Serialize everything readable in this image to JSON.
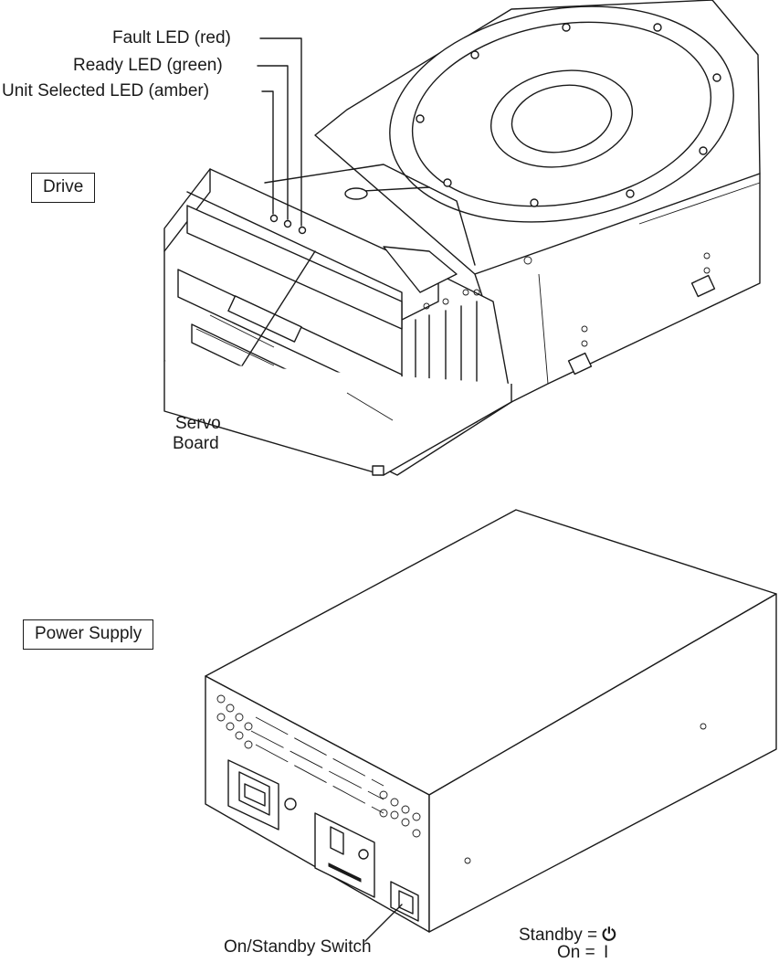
{
  "drive": {
    "box_label": "Drive",
    "led_fault": "Fault LED (red)",
    "led_ready": "Ready LED (green)",
    "led_unit_selected": "Unit Selected LED (amber)",
    "servo_line1": "Servo",
    "servo_line2": "Board"
  },
  "power_supply": {
    "box_label": "Power Supply",
    "switch_label": "On/Standby Switch",
    "standby_label": "Standby =",
    "standby_symbol": "⏻",
    "on_label": "On =",
    "on_symbol": "I"
  }
}
